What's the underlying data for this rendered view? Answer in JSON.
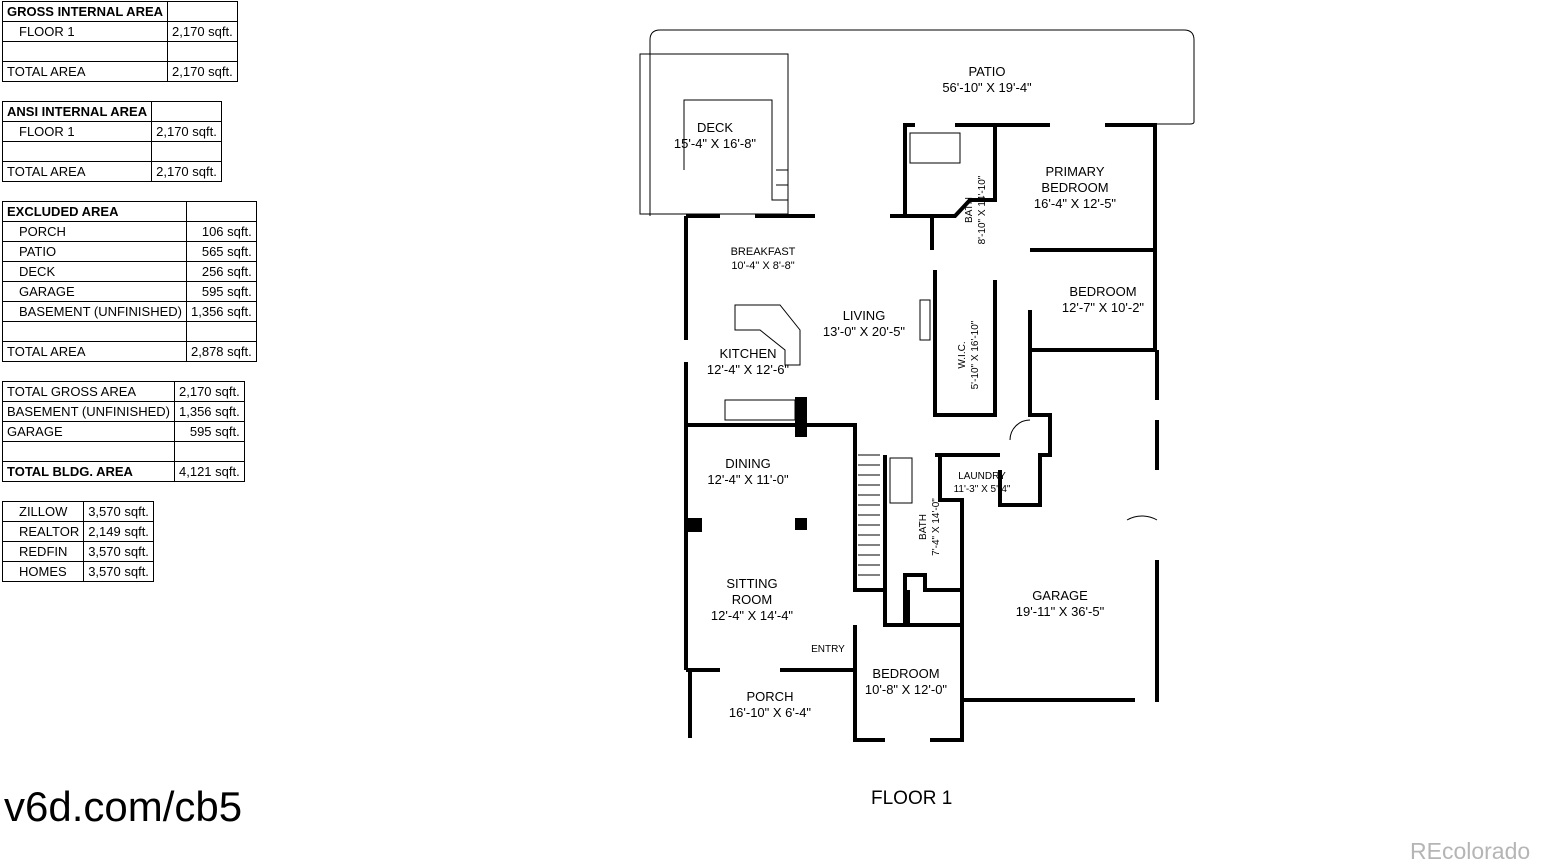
{
  "tables": [
    {
      "header": {
        "label": "GROSS INTERNAL AREA",
        "value": ""
      },
      "rows": [
        {
          "label": "FLOOR 1",
          "value": "2,170 sqft.",
          "indent": true
        },
        {
          "label": "",
          "value": ""
        },
        {
          "label": "TOTAL AREA",
          "value": "2,170 sqft."
        }
      ]
    },
    {
      "header": {
        "label": "ANSI INTERNAL AREA",
        "value": ""
      },
      "rows": [
        {
          "label": "FLOOR 1",
          "value": "2,170 sqft.",
          "indent": true
        },
        {
          "label": "",
          "value": ""
        },
        {
          "label": "TOTAL AREA",
          "value": "2,170 sqft."
        }
      ]
    },
    {
      "header": {
        "label": "EXCLUDED AREA",
        "value": ""
      },
      "rows": [
        {
          "label": "PORCH",
          "value": "106 sqft.",
          "indent": true
        },
        {
          "label": "PATIO",
          "value": "565 sqft.",
          "indent": true
        },
        {
          "label": "DECK",
          "value": "256 sqft.",
          "indent": true
        },
        {
          "label": "GARAGE",
          "value": "595 sqft.",
          "indent": true
        },
        {
          "label": "BASEMENT (UNFINISHED)",
          "value": "1,356 sqft.",
          "indent": true
        },
        {
          "label": "",
          "value": ""
        },
        {
          "label": "TOTAL AREA",
          "value": "2,878 sqft."
        }
      ]
    },
    {
      "rows": [
        {
          "label": "TOTAL GROSS AREA",
          "value": "2,170 sqft."
        },
        {
          "label": "BASEMENT (UNFINISHED)",
          "value": "1,356 sqft."
        },
        {
          "label": "GARAGE",
          "value": "595 sqft."
        },
        {
          "label": "",
          "value": ""
        },
        {
          "label": "TOTAL BLDG. AREA",
          "value": "4,121 sqft.",
          "bold": true
        }
      ]
    },
    {
      "rows": [
        {
          "label": "ZILLOW",
          "value": "3,570 sqft.",
          "indent": true
        },
        {
          "label": "REALTOR",
          "value": "2,149 sqft.",
          "indent": true
        },
        {
          "label": "REDFIN",
          "value": "3,570 sqft.",
          "indent": true
        },
        {
          "label": "HOMES",
          "value": "3,570 sqft.",
          "indent": true
        }
      ]
    }
  ],
  "url": "v6d.com/cb5",
  "floor_label": "FLOOR 1",
  "watermark": "REcolorado",
  "watermark_color": "#b5b5b5",
  "rooms": [
    {
      "id": "patio",
      "name": "PATIO",
      "dims": "56'-10\" X 19'-4\""
    },
    {
      "id": "deck",
      "name": "DECK",
      "dims": "15'-4\" X 16'-8\""
    },
    {
      "id": "primary-bedroom",
      "name": "PRIMARY BEDROOM",
      "dims": "16'-4\" X 12'-5\""
    },
    {
      "id": "bath-primary",
      "name": "BATH",
      "dims": "8'-10\" X 14'-10\""
    },
    {
      "id": "breakfast",
      "name": "BREAKFAST",
      "dims": "10'-4\" X 8'-8\""
    },
    {
      "id": "living",
      "name": "LIVING",
      "dims": "13'-0\" X 20'-5\""
    },
    {
      "id": "wic",
      "name": "W.I.C.",
      "dims": "5'-10\" X 16'-10\""
    },
    {
      "id": "bedroom-2",
      "name": "BEDROOM",
      "dims": "12'-7\" X 10'-2\""
    },
    {
      "id": "kitchen",
      "name": "KITCHEN",
      "dims": "12'-4\" X 12'-6\""
    },
    {
      "id": "dining",
      "name": "DINING",
      "dims": "12'-4\" X 11'-0\""
    },
    {
      "id": "laundry",
      "name": "LAUNDRY",
      "dims": "11'-3\" X 5'-4\""
    },
    {
      "id": "bath-2",
      "name": "BATH",
      "dims": "7'-4\" X 14'-0\""
    },
    {
      "id": "sitting-room",
      "name": "SITTING ROOM",
      "dims": "12'-4\" X 14'-4\""
    },
    {
      "id": "garage",
      "name": "GARAGE",
      "dims": "19'-11\" X 36'-5\""
    },
    {
      "id": "entry",
      "name": "ENTRY",
      "dims": ""
    },
    {
      "id": "bedroom-3",
      "name": "BEDROOM",
      "dims": "10'-8\" X 12'-0\""
    },
    {
      "id": "porch",
      "name": "PORCH",
      "dims": "16'-10\" X 6'-4\""
    }
  ]
}
